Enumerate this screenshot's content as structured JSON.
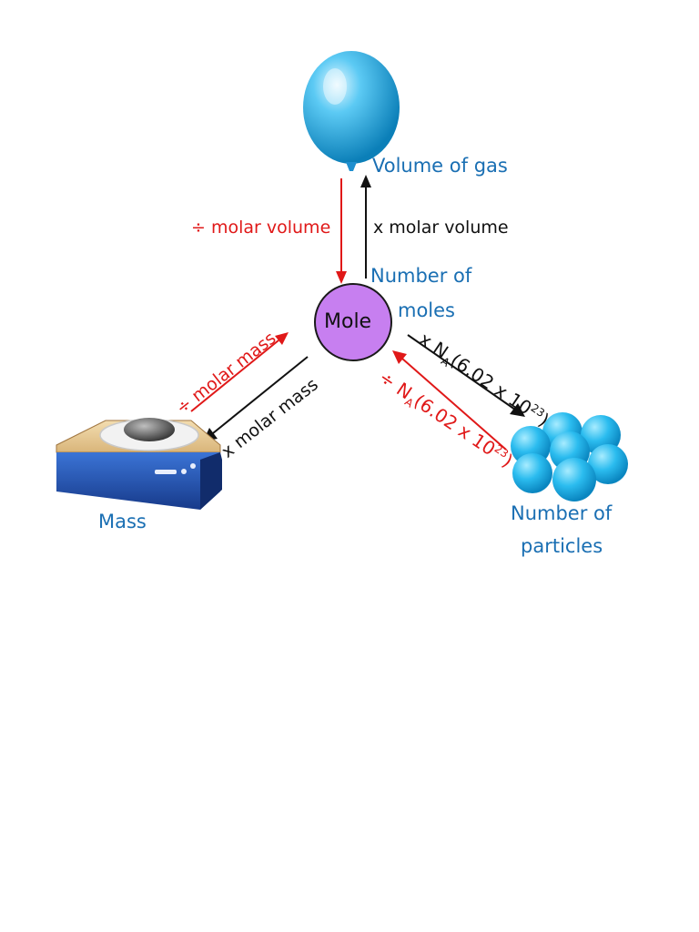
{
  "center": {
    "label": "Mole",
    "sublabel_line1": "Number of",
    "sublabel_line2": "moles"
  },
  "nodes": {
    "gas": {
      "label": "Volume of gas"
    },
    "mass": {
      "label": "Mass"
    },
    "particles": {
      "label_line1": "Number of",
      "label_line2": "particles"
    }
  },
  "arrows": {
    "to_mole_from_gas": "÷ molar volume",
    "from_mole_to_gas": "x molar volume",
    "to_mole_from_mass": "÷ molar mass",
    "from_mole_to_mass": "x molar mass",
    "from_mole_to_particles": "x N",
    "from_mole_to_particles_sub": "A",
    "from_mole_to_particles_rest": "(6.02 x 10",
    "from_mole_to_particles_exp": "23",
    "from_mole_to_particles_close": ")",
    "to_mole_from_particles": "÷ N",
    "to_mole_from_particles_sub": "A",
    "to_mole_from_particles_rest": "(6.02 x 10",
    "to_mole_from_particles_exp": "23",
    "to_mole_from_particles_close": ")"
  },
  "colors": {
    "blue_text": "#1a6fb3",
    "red": "#e01818",
    "black": "#111111",
    "mole_fill": "#c77ff0",
    "balloon": "#3fb6ec",
    "particles": "#29b6ec"
  }
}
